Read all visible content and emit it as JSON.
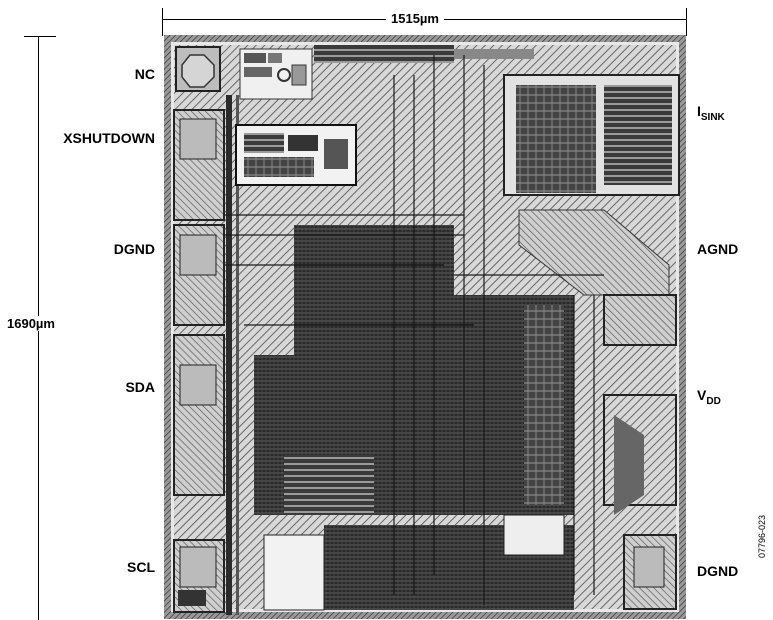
{
  "width_label": "1515µm",
  "height_label": "1690µm",
  "pins_left": [
    {
      "name": "NC"
    },
    {
      "name": "XSHUTDOWN"
    },
    {
      "name": "DGND"
    },
    {
      "name": "SDA"
    },
    {
      "name": "SCL"
    }
  ],
  "pins_right": [
    {
      "base": "I",
      "sub": "SINK"
    },
    {
      "base": "AGND",
      "sub": ""
    },
    {
      "base": "V",
      "sub": "DD"
    },
    {
      "base": "DGND",
      "sub": ""
    }
  ],
  "figure_id": "07796-023",
  "colors": {
    "die_fill": "#5a5a5a",
    "pad_fill": "#c8c8c8",
    "line": "#000000"
  }
}
